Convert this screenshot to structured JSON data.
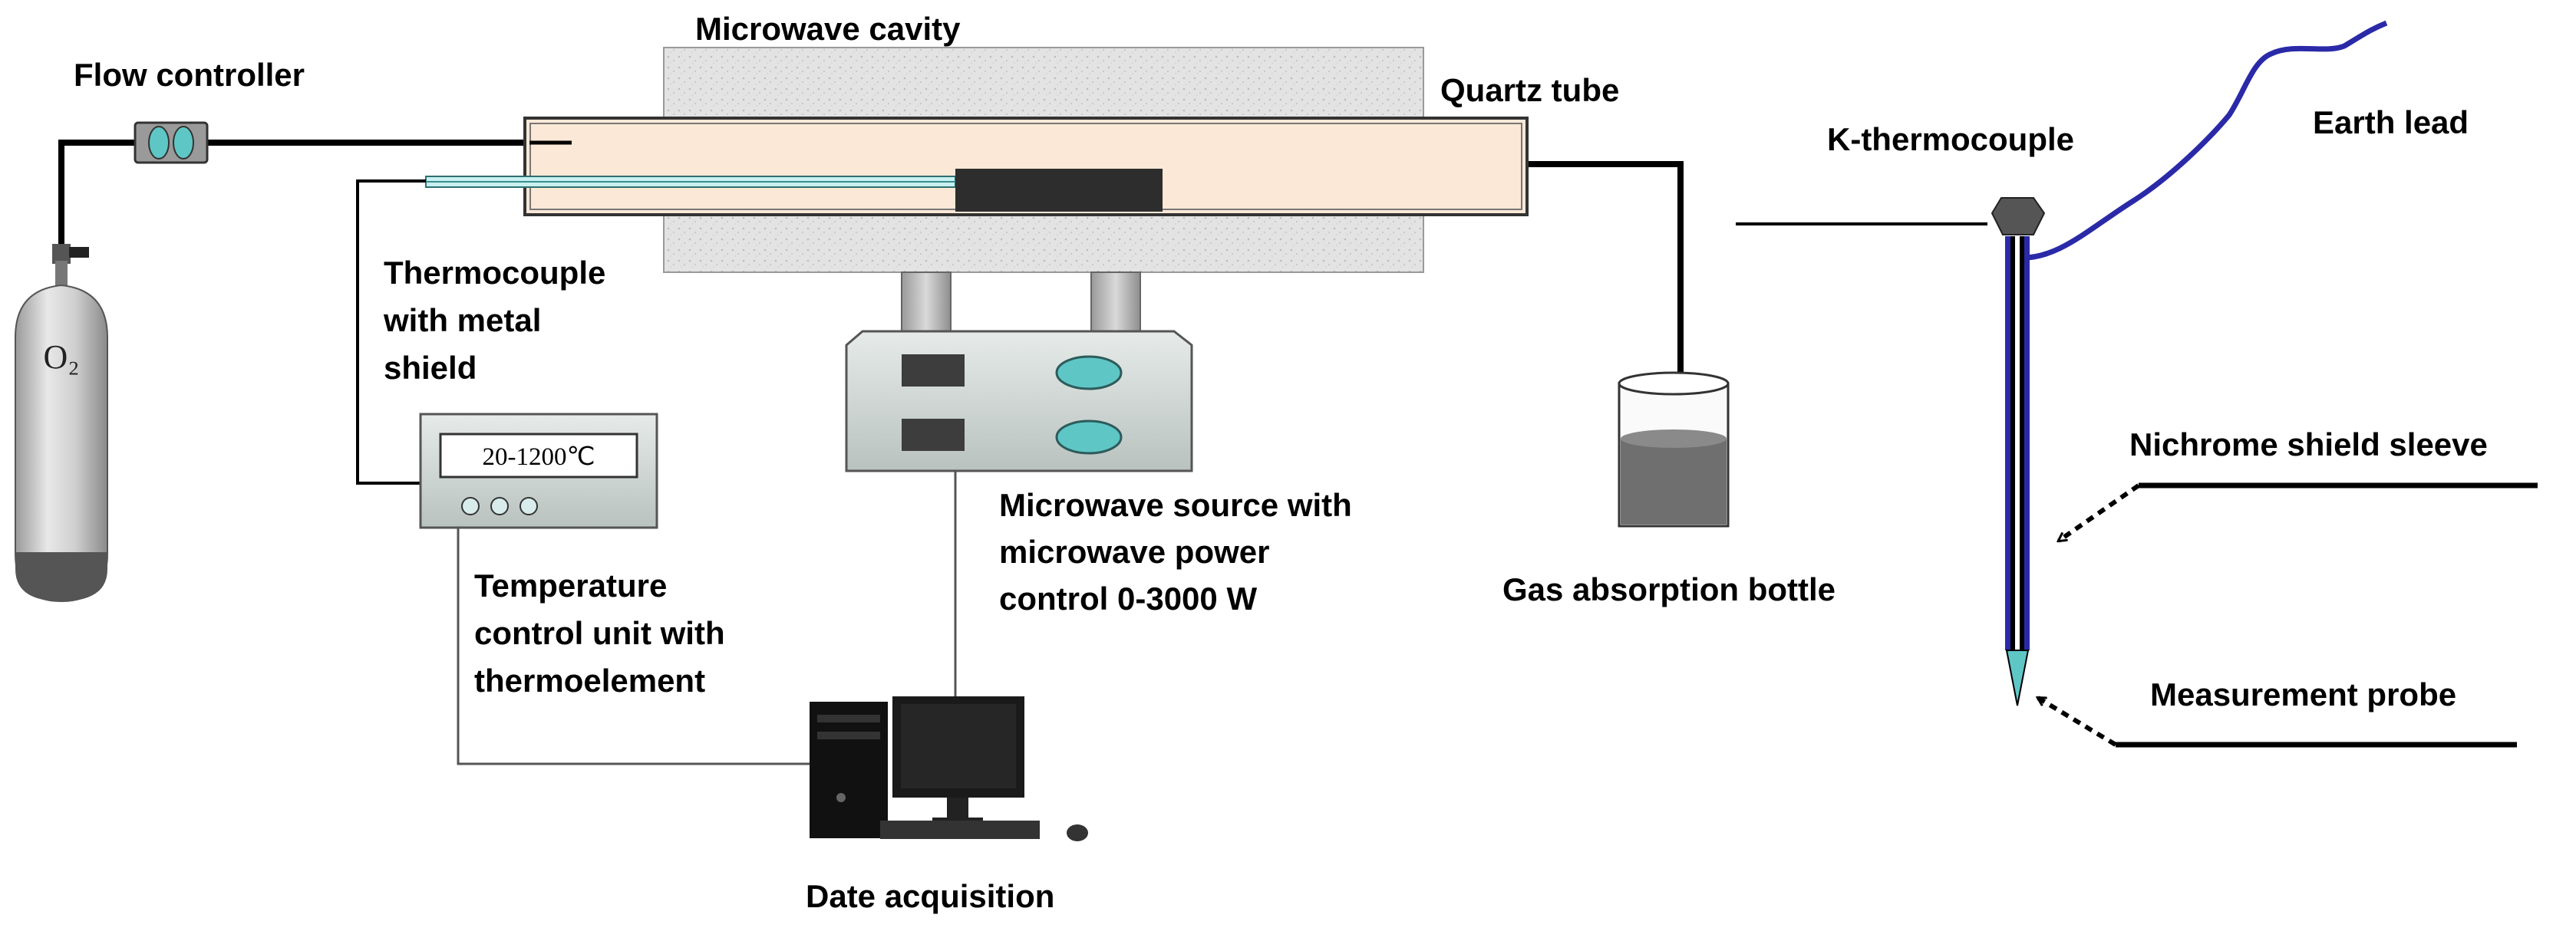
{
  "labels": {
    "microwave_cavity": "Microwave cavity",
    "flow_controller": "Flow controller",
    "quartz_tube": "Quartz tube",
    "k_thermocouple": "K-thermocouple",
    "earth_lead": "Earth lead",
    "thermocouple_shield": [
      "Thermocouple",
      "with metal",
      "shield"
    ],
    "o2": "O₂",
    "temp_display": "20-1200℃",
    "microwave_source": [
      "Microwave source with",
      "microwave power",
      "control 0-3000 W"
    ],
    "gas_absorption": "Gas absorption bottle",
    "temperature_control": [
      "Temperature",
      "control unit with",
      "thermoelement"
    ],
    "nichrome": "Nichrome shield sleeve",
    "measurement_probe": "Measurement probe",
    "data_acquisition": "Date acquisition"
  },
  "colors": {
    "cavity": "#e2e2e2",
    "tube": "#fbe8d6",
    "lens": "#5fc6c6",
    "probe_blue": "#2a2aa8",
    "device_body": "#d4dad8",
    "liquid": "#6f6f6f"
  }
}
